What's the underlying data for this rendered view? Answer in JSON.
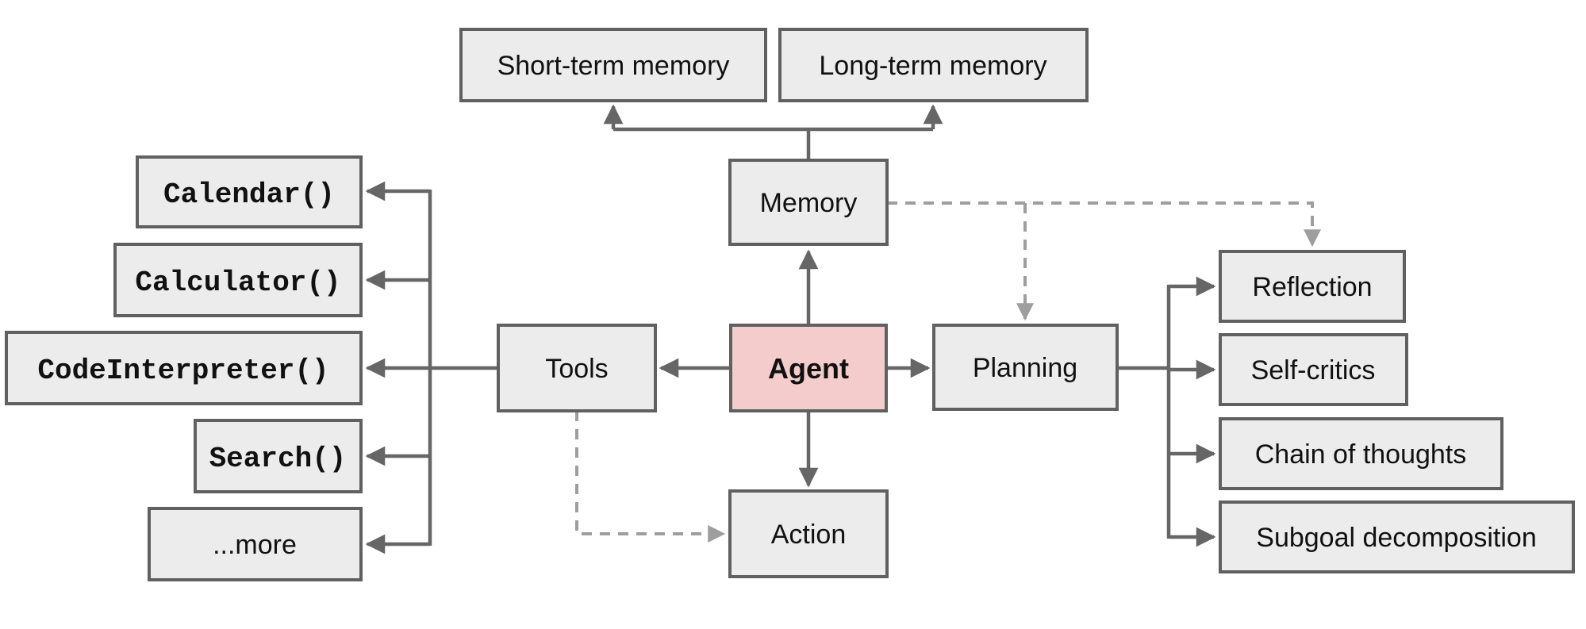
{
  "colors": {
    "background": "#ffffff",
    "node_fill": "#ececec",
    "node_border": "#606060",
    "agent_fill": "#f4cccc",
    "solid_connector": "#666666",
    "dashed_connector": "#9e9e9e",
    "text": "#111111"
  },
  "nodes": {
    "short_term_memory": {
      "label": "Short-term memory"
    },
    "long_term_memory": {
      "label": "Long-term memory"
    },
    "memory": {
      "label": "Memory"
    },
    "tools": {
      "label": "Tools"
    },
    "agent": {
      "label": "Agent"
    },
    "planning": {
      "label": "Planning"
    },
    "action": {
      "label": "Action"
    },
    "calendar": {
      "label": "Calendar()"
    },
    "calculator": {
      "label": "Calculator()"
    },
    "code_interpreter": {
      "label": "CodeInterpreter()"
    },
    "search": {
      "label": "Search()"
    },
    "more": {
      "label": "...more"
    },
    "reflection": {
      "label": "Reflection"
    },
    "self_critics": {
      "label": "Self-critics"
    },
    "chain_of_thoughts": {
      "label": "Chain of thoughts"
    },
    "subgoal_decomposition": {
      "label": "Subgoal decomposition"
    }
  }
}
